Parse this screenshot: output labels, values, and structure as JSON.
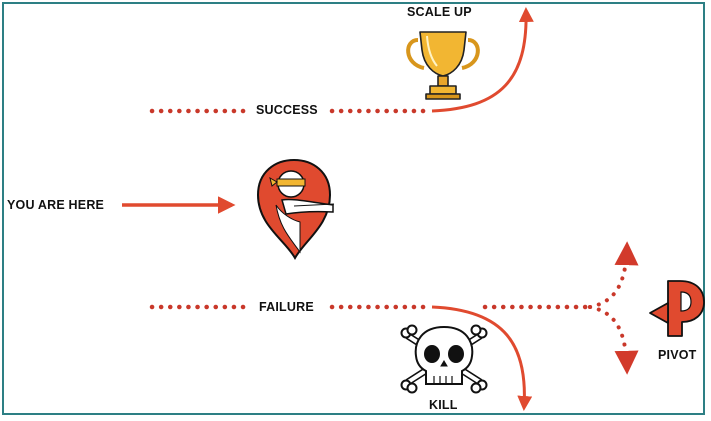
{
  "labels": {
    "scale_up": "SCALE UP",
    "success": "SUCCESS",
    "you_are_here": "YOU ARE HERE",
    "failure": "FAILURE",
    "kill": "KILL",
    "pivot": "PIVOT"
  },
  "colors": {
    "border": "#2d7f84",
    "path_red": "#e04a2f",
    "dot_red": "#c9382a",
    "trophy_gold": "#f2b632",
    "text": "#111111"
  },
  "icons": {
    "trophy": "trophy-icon",
    "skull": "skull-crossbones-icon",
    "pin": "blindfolded-founder-location-pin-icon",
    "pivot": "pivot-arrow-p-icon"
  }
}
